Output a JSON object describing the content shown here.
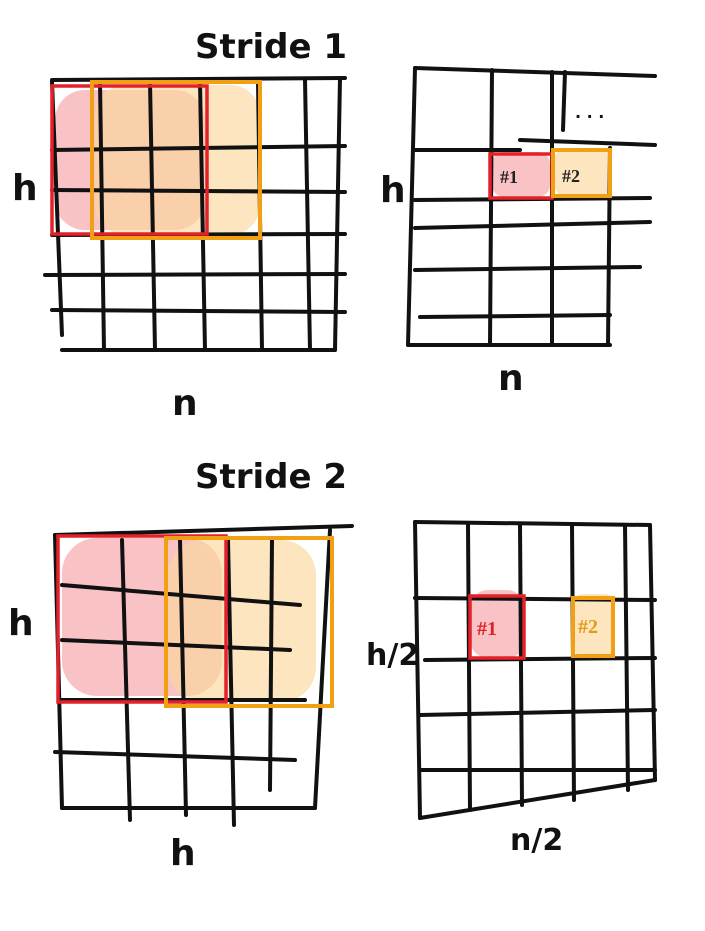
{
  "sections": {
    "stride1": {
      "title": "Stride 1",
      "left_height_label": "h",
      "left_width_label": "n",
      "right_height_label": "h",
      "right_width_label": "n",
      "ellipsis": ". . .",
      "cell1": "#1",
      "cell2": "#2"
    },
    "stride2": {
      "title": "Stride 2",
      "left_height_label": "h",
      "left_width_label": "h",
      "right_height_label": "h/2",
      "right_width_label": "n/2",
      "cell1": "#1",
      "cell2": "#2"
    }
  },
  "colors": {
    "window1": "#e3212b",
    "window2": "#f0a012",
    "window1_fill": "#f7a9ac",
    "window2_fill": "#fbd79c"
  }
}
